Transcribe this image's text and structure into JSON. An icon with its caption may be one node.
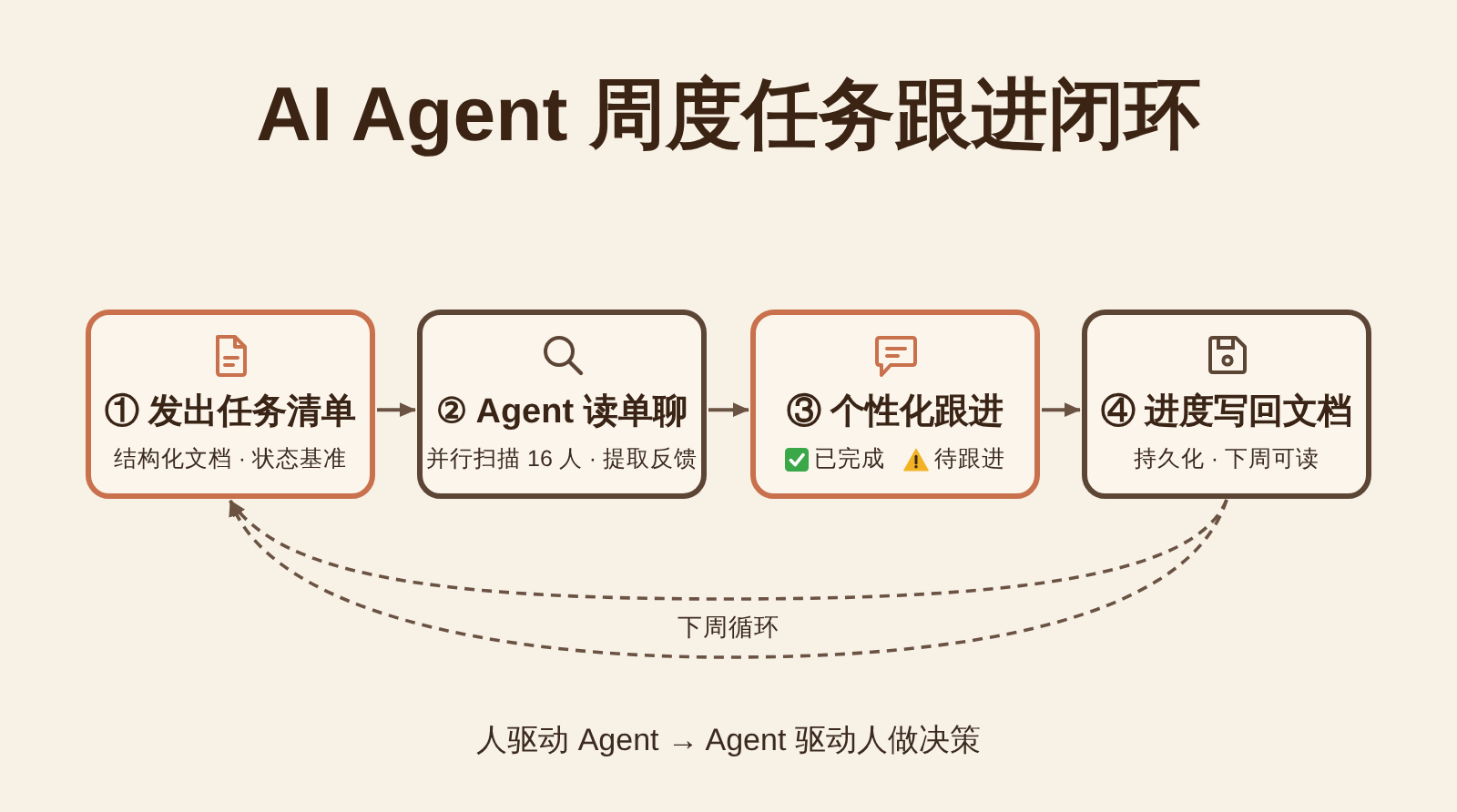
{
  "diagram": {
    "title": "AI Agent 周度任务跟进闭环",
    "nodes": [
      {
        "text": [
          "① 发出任务清单",
          "结构化文档 · 状态基准"
        ]
      },
      {
        "text": [
          "② Agent 读单聊",
          "并行扫描 16 人 · 提取反馈"
        ]
      },
      {
        "text": [
          "③ 个性化跟进",
          "已完成",
          "待跟进"
        ]
      },
      {
        "text": [
          "④ 进度写回文档",
          "持久化 · 下周可读"
        ]
      }
    ],
    "edges": [
      {
        "from": 0,
        "to": 1,
        "arrow": "to"
      },
      {
        "from": 1,
        "to": 2,
        "arrow": "to"
      },
      {
        "from": 2,
        "to": 3,
        "arrow": "to"
      },
      {
        "from": 3,
        "to": 0,
        "arrow": "to",
        "style": "dashed",
        "label": "下周循环"
      },
      {
        "from": 3,
        "to": 0,
        "arrow": "to",
        "style": "dashed"
      }
    ],
    "labels": [
      "人驱动 Agent → Agent 驱动人做决策"
    ]
  }
}
